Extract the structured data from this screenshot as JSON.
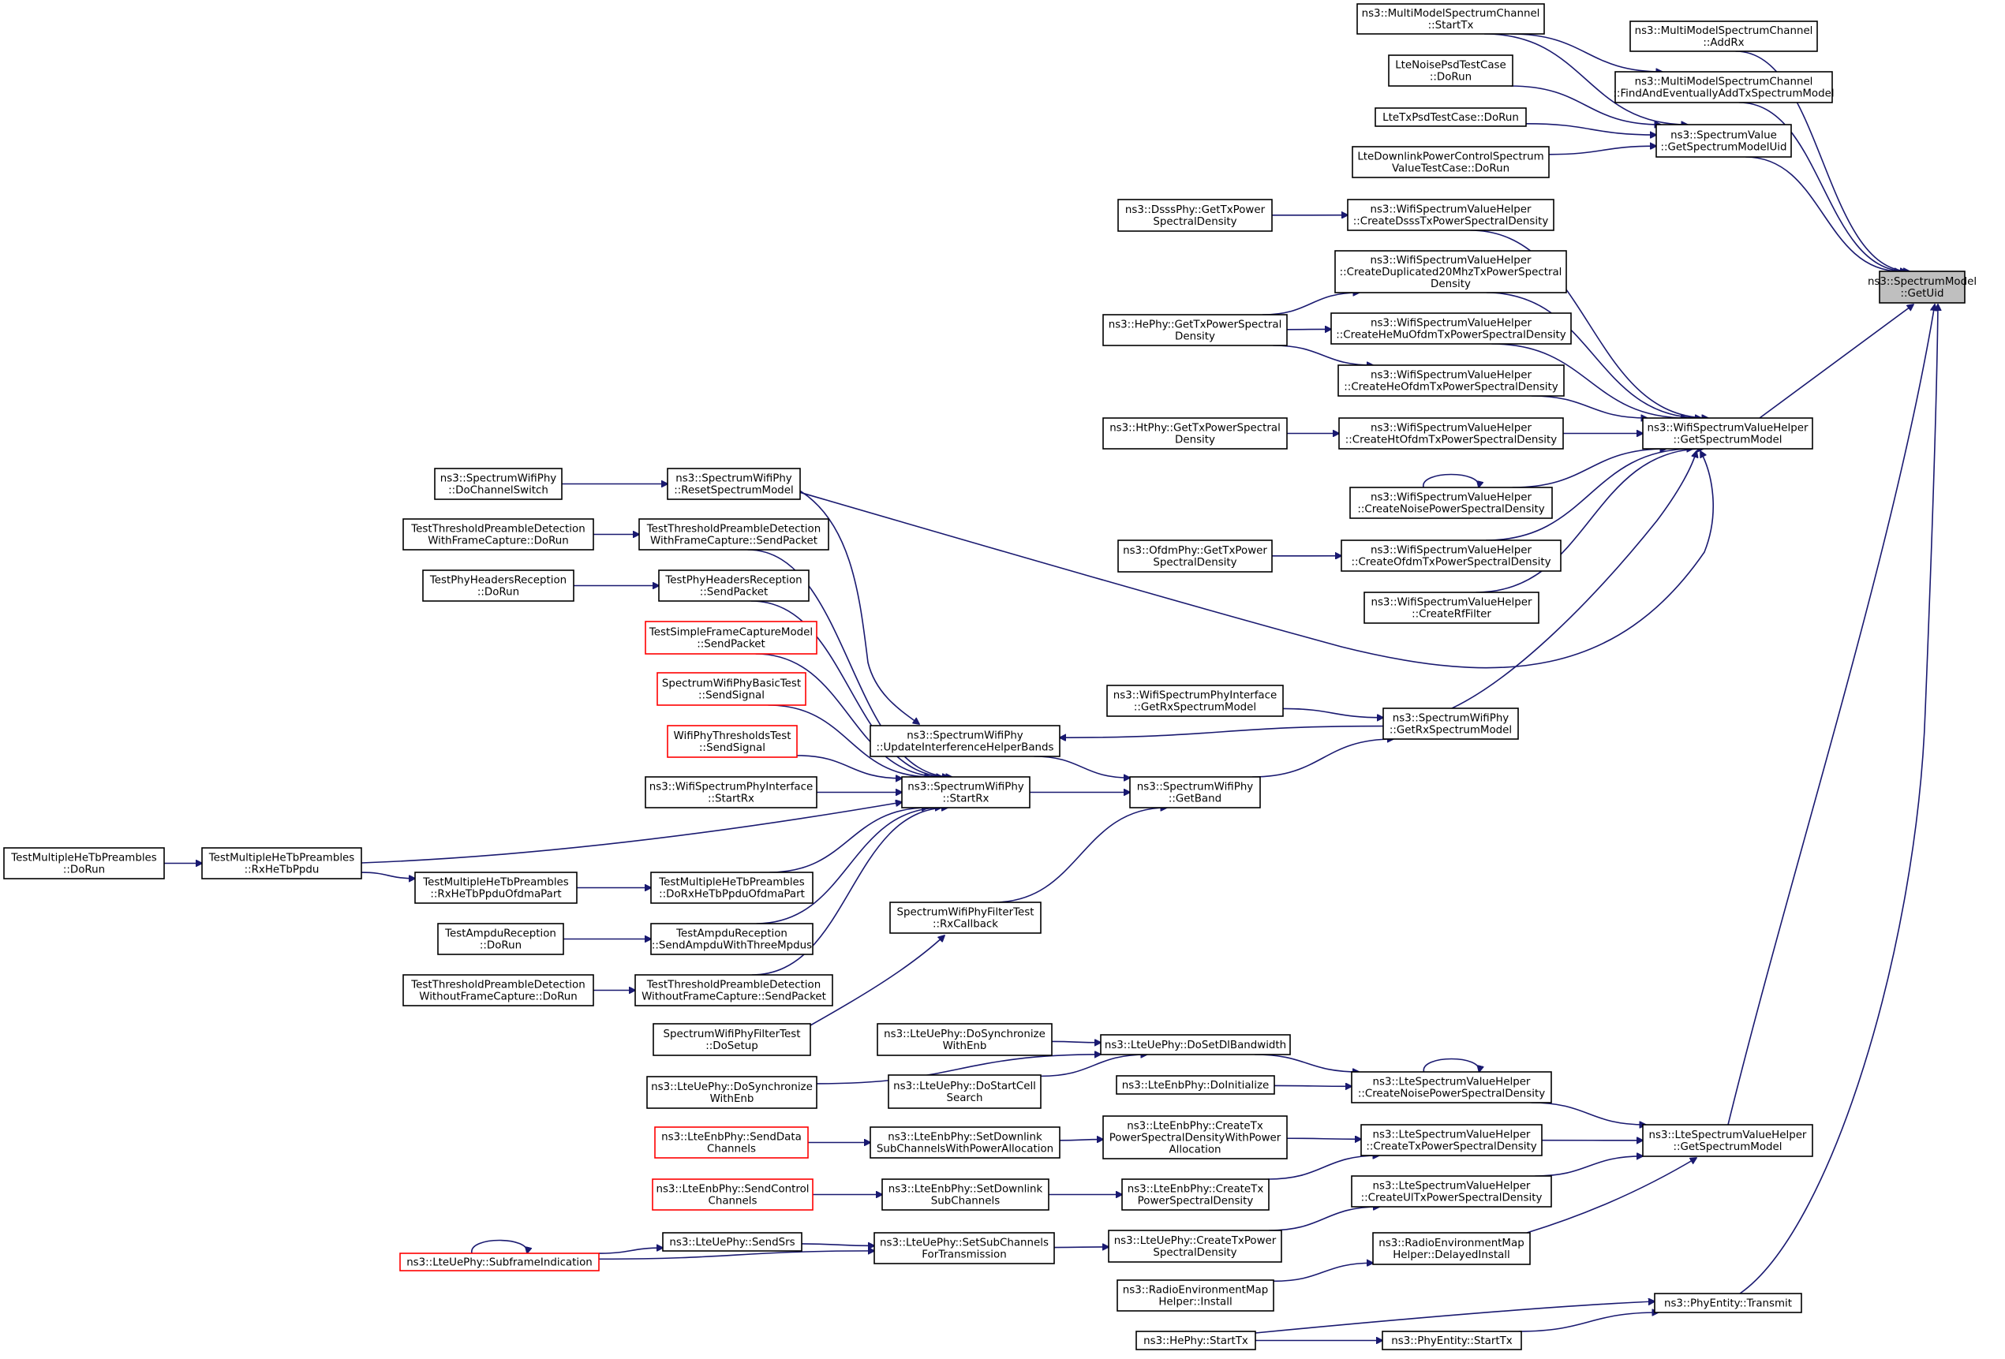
{
  "colors": {
    "edge": "#191970",
    "root_fill": "#bfbfbf",
    "red_border": "#ff0000",
    "black_border": "#000000"
  },
  "nodes": [
    {
      "id": "n_getuid",
      "lines": [
        "ns3::SpectrumModel",
        "::GetUid"
      ],
      "style": "root"
    },
    {
      "id": "n_mmsc_addrx",
      "lines": [
        "ns3::MultiModelSpectrumChannel",
        "::AddRx"
      ],
      "style": "normal"
    },
    {
      "id": "n_mmsc_starttx",
      "lines": [
        "ns3::MultiModelSpectrumChannel",
        "::StartTx"
      ],
      "style": "normal"
    },
    {
      "id": "n_mmsc_find",
      "lines": [
        "ns3::MultiModelSpectrumChannel",
        "::FindAndEventuallyAddTxSpectrumModel"
      ],
      "style": "normal"
    },
    {
      "id": "n_noisepsd",
      "lines": [
        "LteNoisePsdTestCase",
        "::DoRun"
      ],
      "style": "normal"
    },
    {
      "id": "n_sv_getuid",
      "lines": [
        "ns3::SpectrumValue",
        "::GetSpectrumModelUid"
      ],
      "style": "normal"
    },
    {
      "id": "n_txpsd",
      "lines": [
        "LteTxPsdTestCase::DoRun"
      ],
      "style": "normal"
    },
    {
      "id": "n_dlpc",
      "lines": [
        "LteDownlinkPowerControlSpectrum",
        "ValueTestCase::DoRun"
      ],
      "style": "normal"
    },
    {
      "id": "n_dsss_get",
      "lines": [
        "ns3::DsssPhy::GetTxPower",
        "SpectralDensity"
      ],
      "style": "normal"
    },
    {
      "id": "n_wsvh_dsss",
      "lines": [
        "ns3::WifiSpectrumValueHelper",
        "::CreateDsssTxPowerSpectralDensity"
      ],
      "style": "normal"
    },
    {
      "id": "n_wsvh_dup",
      "lines": [
        "ns3::WifiSpectrumValueHelper",
        "::CreateDuplicated20MhzTxPowerSpectral",
        "Density"
      ],
      "style": "normal"
    },
    {
      "id": "n_he_get",
      "lines": [
        "ns3::HePhy::GetTxPowerSpectral",
        "Density"
      ],
      "style": "normal"
    },
    {
      "id": "n_wsvh_hemu",
      "lines": [
        "ns3::WifiSpectrumValueHelper",
        "::CreateHeMuOfdmTxPowerSpectralDensity"
      ],
      "style": "normal"
    },
    {
      "id": "n_wsvh_heofdm",
      "lines": [
        "ns3::WifiSpectrumValueHelper",
        "::CreateHeOfdmTxPowerSpectralDensity"
      ],
      "style": "normal"
    },
    {
      "id": "n_wsvh_getsm",
      "lines": [
        "ns3::WifiSpectrumValueHelper",
        "::GetSpectrumModel"
      ],
      "style": "normal"
    },
    {
      "id": "n_ht_get",
      "lines": [
        "ns3::HtPhy::GetTxPowerSpectral",
        "Density"
      ],
      "style": "normal"
    },
    {
      "id": "n_wsvh_ht",
      "lines": [
        "ns3::WifiSpectrumValueHelper",
        "::CreateHtOfdmTxPowerSpectralDensity"
      ],
      "style": "normal"
    },
    {
      "id": "n_wsvh_noise",
      "lines": [
        "ns3::WifiSpectrumValueHelper",
        "::CreateNoisePowerSpectralDensity"
      ],
      "style": "normal"
    },
    {
      "id": "n_ofdm_get",
      "lines": [
        "ns3::OfdmPhy::GetTxPower",
        "SpectralDensity"
      ],
      "style": "normal"
    },
    {
      "id": "n_wsvh_ofdm",
      "lines": [
        "ns3::WifiSpectrumValueHelper",
        "::CreateOfdmTxPowerSpectralDensity"
      ],
      "style": "normal"
    },
    {
      "id": "n_wsvh_rf",
      "lines": [
        "ns3::WifiSpectrumValueHelper",
        "::CreateRfFilter"
      ],
      "style": "normal"
    },
    {
      "id": "n_swp_dochsw",
      "lines": [
        "ns3::SpectrumWifiPhy",
        "::DoChannelSwitch"
      ],
      "style": "normal"
    },
    {
      "id": "n_swp_reset",
      "lines": [
        "ns3::SpectrumWifiPhy",
        "::ResetSpectrumModel"
      ],
      "style": "normal"
    },
    {
      "id": "n_tpd_fc_dorun",
      "lines": [
        "TestThresholdPreambleDetection",
        "WithFrameCapture::DoRun"
      ],
      "style": "normal"
    },
    {
      "id": "n_tpd_fc_send",
      "lines": [
        "TestThresholdPreambleDetection",
        "WithFrameCapture::SendPacket"
      ],
      "style": "normal"
    },
    {
      "id": "n_phr_dorun",
      "lines": [
        "TestPhyHeadersReception",
        "::DoRun"
      ],
      "style": "normal"
    },
    {
      "id": "n_phr_send",
      "lines": [
        "TestPhyHeadersReception",
        "::SendPacket"
      ],
      "style": "normal"
    },
    {
      "id": "n_sfc_send",
      "lines": [
        "TestSimpleFrameCaptureModel",
        "::SendPacket"
      ],
      "style": "red"
    },
    {
      "id": "n_swpbt_send",
      "lines": [
        "SpectrumWifiPhyBasicTest",
        "::SendSignal"
      ],
      "style": "red"
    },
    {
      "id": "n_wpt_send",
      "lines": [
        "WifiPhyThresholdsTest",
        "::SendSignal"
      ],
      "style": "red"
    },
    {
      "id": "n_wspi_getrx",
      "lines": [
        "ns3::WifiSpectrumPhyInterface",
        "::GetRxSpectrumModel"
      ],
      "style": "normal"
    },
    {
      "id": "n_swp_update",
      "lines": [
        "ns3::SpectrumWifiPhy",
        "::UpdateInterferenceHelperBands"
      ],
      "style": "normal"
    },
    {
      "id": "n_swp_getrx",
      "lines": [
        "ns3::SpectrumWifiPhy",
        "::GetRxSpectrumModel"
      ],
      "style": "normal"
    },
    {
      "id": "n_wspi_startrx",
      "lines": [
        "ns3::WifiSpectrumPhyInterface",
        "::StartRx"
      ],
      "style": "normal"
    },
    {
      "id": "n_swp_startrx",
      "lines": [
        "ns3::SpectrumWifiPhy",
        "::StartRx"
      ],
      "style": "normal"
    },
    {
      "id": "n_swp_getband",
      "lines": [
        "ns3::SpectrumWifiPhy",
        "::GetBand"
      ],
      "style": "normal"
    },
    {
      "id": "n_tmhe_dorun",
      "lines": [
        "TestMultipleHeTbPreambles",
        "::DoRun"
      ],
      "style": "normal"
    },
    {
      "id": "n_tmhe_rx",
      "lines": [
        "TestMultipleHeTbPreambles",
        "::RxHeTbPpdu"
      ],
      "style": "normal"
    },
    {
      "id": "n_tmhe_rxofdma",
      "lines": [
        "TestMultipleHeTbPreambles",
        "::RxHeTbPpduOfdmaPart"
      ],
      "style": "normal"
    },
    {
      "id": "n_tmhe_dorxofdma",
      "lines": [
        "TestMultipleHeTbPreambles",
        "::DoRxHeTbPpduOfdmaPart"
      ],
      "style": "normal"
    },
    {
      "id": "n_ta_dorun",
      "lines": [
        "TestAmpduReception",
        "::DoRun"
      ],
      "style": "normal"
    },
    {
      "id": "n_ta_send",
      "lines": [
        "TestAmpduReception",
        "::SendAmpduWithThreeMpdus"
      ],
      "style": "normal"
    },
    {
      "id": "n_swpft_rxcb",
      "lines": [
        "SpectrumWifiPhyFilterTest",
        "::RxCallback"
      ],
      "style": "normal"
    },
    {
      "id": "n_tpd_wofc_dorun",
      "lines": [
        "TestThresholdPreambleDetection",
        "WithoutFrameCapture::DoRun"
      ],
      "style": "normal"
    },
    {
      "id": "n_tpd_wofc_send",
      "lines": [
        "TestThresholdPreambleDetection",
        "WithoutFrameCapture::SendPacket"
      ],
      "style": "normal"
    },
    {
      "id": "n_swpft_setup",
      "lines": [
        "SpectrumWifiPhyFilterTest",
        "::DoSetup"
      ],
      "style": "normal"
    },
    {
      "id": "n_lup_dosync_top",
      "lines": [
        "ns3::LteUePhy::DoSynchronize",
        "WithEnb"
      ],
      "style": "normal"
    },
    {
      "id": "n_lup_dosetdl",
      "lines": [
        "ns3::LteUePhy::DoSetDlBandwidth"
      ],
      "style": "normal"
    },
    {
      "id": "n_lup_dosync_bot",
      "lines": [
        "ns3::LteUePhy::DoSynchronize",
        "WithEnb"
      ],
      "style": "normal"
    },
    {
      "id": "n_lup_dostartcell",
      "lines": [
        "ns3::LteUePhy::DoStartCell",
        "Search"
      ],
      "style": "normal"
    },
    {
      "id": "n_lep_doinit",
      "lines": [
        "ns3::LteEnbPhy::DoInitialize"
      ],
      "style": "normal"
    },
    {
      "id": "n_lsvh_noise",
      "lines": [
        "ns3::LteSpectrumValueHelper",
        "::CreateNoisePowerSpectralDensity"
      ],
      "style": "normal"
    },
    {
      "id": "n_lep_senddata",
      "lines": [
        "ns3::LteEnbPhy::SendData",
        "Channels"
      ],
      "style": "red"
    },
    {
      "id": "n_lep_setdl_alloc",
      "lines": [
        "ns3::LteEnbPhy::SetDownlink",
        "SubChannelsWithPowerAllocation"
      ],
      "style": "normal"
    },
    {
      "id": "n_lep_createtx_alloc",
      "lines": [
        "ns3::LteEnbPhy::CreateTx",
        "PowerSpectralDensityWithPower",
        "Allocation"
      ],
      "style": "normal"
    },
    {
      "id": "n_lsvh_tx",
      "lines": [
        "ns3::LteSpectrumValueHelper",
        "::CreateTxPowerSpectralDensity"
      ],
      "style": "normal"
    },
    {
      "id": "n_lsvh_getsm",
      "lines": [
        "ns3::LteSpectrumValueHelper",
        "::GetSpectrumModel"
      ],
      "style": "normal"
    },
    {
      "id": "n_lep_sendctrl",
      "lines": [
        "ns3::LteEnbPhy::SendControl",
        "Channels"
      ],
      "style": "red"
    },
    {
      "id": "n_lep_setdl",
      "lines": [
        "ns3::LteEnbPhy::SetDownlink",
        "SubChannels"
      ],
      "style": "normal"
    },
    {
      "id": "n_lep_createtx",
      "lines": [
        "ns3::LteEnbPhy::CreateTx",
        "PowerSpectralDensity"
      ],
      "style": "normal"
    },
    {
      "id": "n_lsvh_ul",
      "lines": [
        "ns3::LteSpectrumValueHelper",
        "::CreateUlTxPowerSpectralDensity"
      ],
      "style": "normal"
    },
    {
      "id": "n_lup_subframe",
      "lines": [
        "ns3::LteUePhy::SubframeIndication"
      ],
      "style": "red"
    },
    {
      "id": "n_lup_sendsrs",
      "lines": [
        "ns3::LteUePhy::SendSrs"
      ],
      "style": "normal"
    },
    {
      "id": "n_lup_setsub",
      "lines": [
        "ns3::LteUePhy::SetSubChannels",
        "ForTransmission"
      ],
      "style": "normal"
    },
    {
      "id": "n_lup_createtx",
      "lines": [
        "ns3::LteUePhy::CreateTxPower",
        "SpectralDensity"
      ],
      "style": "normal"
    },
    {
      "id": "n_rem_delayed",
      "lines": [
        "ns3::RadioEnvironmentMap",
        "Helper::DelayedInstall"
      ],
      "style": "normal"
    },
    {
      "id": "n_rem_install",
      "lines": [
        "ns3::RadioEnvironmentMap",
        "Helper::Install"
      ],
      "style": "normal"
    },
    {
      "id": "n_pe_transmit",
      "lines": [
        "ns3::PhyEntity::Transmit"
      ],
      "style": "normal"
    },
    {
      "id": "n_he_starttx",
      "lines": [
        "ns3::HePhy::StartTx"
      ],
      "style": "normal"
    },
    {
      "id": "n_pe_starttx",
      "lines": [
        "ns3::PhyEntity::StartTx"
      ],
      "style": "normal"
    }
  ],
  "edges": [
    {
      "from": "n_mmsc_addrx",
      "to": "n_getuid"
    },
    {
      "from": "n_mmsc_find",
      "to": "n_getuid"
    },
    {
      "from": "n_sv_getuid",
      "to": "n_getuid"
    },
    {
      "from": "n_wsvh_getsm",
      "to": "n_getuid"
    },
    {
      "from": "n_lsvh_getsm",
      "to": "n_getuid"
    },
    {
      "from": "n_pe_transmit",
      "to": "n_getuid"
    },
    {
      "from": "n_mmsc_starttx",
      "to": "n_mmsc_find"
    },
    {
      "from": "n_mmsc_starttx",
      "to": "n_sv_getuid"
    },
    {
      "from": "n_noisepsd",
      "to": "n_sv_getuid"
    },
    {
      "from": "n_txpsd",
      "to": "n_sv_getuid"
    },
    {
      "from": "n_dlpc",
      "to": "n_sv_getuid"
    },
    {
      "from": "n_dsss_get",
      "to": "n_wsvh_dsss"
    },
    {
      "from": "n_wsvh_dsss",
      "to": "n_wsvh_getsm"
    },
    {
      "from": "n_he_get",
      "to": "n_wsvh_dup"
    },
    {
      "from": "n_he_get",
      "to": "n_wsvh_hemu"
    },
    {
      "from": "n_he_get",
      "to": "n_wsvh_heofdm"
    },
    {
      "from": "n_wsvh_dup",
      "to": "n_wsvh_getsm"
    },
    {
      "from": "n_wsvh_hemu",
      "to": "n_wsvh_getsm"
    },
    {
      "from": "n_wsvh_heofdm",
      "to": "n_wsvh_getsm"
    },
    {
      "from": "n_ht_get",
      "to": "n_wsvh_ht"
    },
    {
      "from": "n_wsvh_ht",
      "to": "n_wsvh_getsm"
    },
    {
      "from": "n_wsvh_noise",
      "to": "n_wsvh_getsm"
    },
    {
      "from": "n_wsvh_noise",
      "to": "n_wsvh_noise",
      "self": true
    },
    {
      "from": "n_ofdm_get",
      "to": "n_wsvh_ofdm"
    },
    {
      "from": "n_wsvh_ofdm",
      "to": "n_wsvh_getsm"
    },
    {
      "from": "n_wsvh_rf",
      "to": "n_wsvh_getsm"
    },
    {
      "from": "n_swp_reset",
      "to": "n_wsvh_getsm"
    },
    {
      "from": "n_swp_getrx",
      "to": "n_wsvh_getsm"
    },
    {
      "from": "n_swp_dochsw",
      "to": "n_swp_reset"
    },
    {
      "from": "n_swp_reset",
      "to": "n_swp_update"
    },
    {
      "from": "n_wspi_getrx",
      "to": "n_swp_getrx"
    },
    {
      "from": "n_swp_getrx",
      "to": "n_swp_update"
    },
    {
      "from": "n_swp_getband",
      "to": "n_swp_getrx"
    },
    {
      "from": "n_swp_update",
      "to": "n_swp_getband"
    },
    {
      "from": "n_swp_startrx",
      "to": "n_swp_getband"
    },
    {
      "from": "n_swpft_rxcb",
      "to": "n_swp_getband"
    },
    {
      "from": "n_tpd_fc_dorun",
      "to": "n_tpd_fc_send"
    },
    {
      "from": "n_tpd_fc_send",
      "to": "n_swp_startrx"
    },
    {
      "from": "n_phr_dorun",
      "to": "n_phr_send"
    },
    {
      "from": "n_phr_send",
      "to": "n_swp_startrx"
    },
    {
      "from": "n_sfc_send",
      "to": "n_swp_startrx"
    },
    {
      "from": "n_swpbt_send",
      "to": "n_swp_startrx"
    },
    {
      "from": "n_wpt_send",
      "to": "n_swp_startrx"
    },
    {
      "from": "n_wspi_startrx",
      "to": "n_swp_startrx"
    },
    {
      "from": "n_tmhe_rx",
      "to": "n_swp_startrx"
    },
    {
      "from": "n_tmhe_dorxofdma",
      "to": "n_swp_startrx"
    },
    {
      "from": "n_ta_send",
      "to": "n_swp_startrx"
    },
    {
      "from": "n_tpd_wofc_send",
      "to": "n_swp_startrx"
    },
    {
      "from": "n_tmhe_dorun",
      "to": "n_tmhe_rx"
    },
    {
      "from": "n_tmhe_rx",
      "to": "n_tmhe_rxofdma"
    },
    {
      "from": "n_tmhe_rxofdma",
      "to": "n_tmhe_dorxofdma"
    },
    {
      "from": "n_ta_dorun",
      "to": "n_ta_send"
    },
    {
      "from": "n_tpd_wofc_dorun",
      "to": "n_tpd_wofc_send"
    },
    {
      "from": "n_swpft_setup",
      "to": "n_swpft_rxcb"
    },
    {
      "from": "n_lup_dosync_top",
      "to": "n_lup_dosetdl"
    },
    {
      "from": "n_lup_dosync_bot",
      "to": "n_lup_dosetdl"
    },
    {
      "from": "n_lup_dostartcell",
      "to": "n_lup_dosetdl"
    },
    {
      "from": "n_lup_dosetdl",
      "to": "n_lsvh_noise"
    },
    {
      "from": "n_lep_doinit",
      "to": "n_lsvh_noise"
    },
    {
      "from": "n_lsvh_noise",
      "to": "n_lsvh_noise",
      "self": true
    },
    {
      "from": "n_lsvh_noise",
      "to": "n_lsvh_getsm"
    },
    {
      "from": "n_lep_senddata",
      "to": "n_lep_setdl_alloc"
    },
    {
      "from": "n_lep_setdl_alloc",
      "to": "n_lep_createtx_alloc"
    },
    {
      "from": "n_lep_createtx_alloc",
      "to": "n_lsvh_tx"
    },
    {
      "from": "n_lsvh_tx",
      "to": "n_lsvh_getsm"
    },
    {
      "from": "n_lep_sendctrl",
      "to": "n_lep_setdl"
    },
    {
      "from": "n_lep_setdl",
      "to": "n_lep_createtx"
    },
    {
      "from": "n_lep_createtx",
      "to": "n_lsvh_tx"
    },
    {
      "from": "n_lsvh_ul",
      "to": "n_lsvh_getsm"
    },
    {
      "from": "n_lup_subframe",
      "to": "n_lup_subframe",
      "self": true
    },
    {
      "from": "n_lup_subframe",
      "to": "n_lup_sendsrs"
    },
    {
      "from": "n_lup_subframe",
      "to": "n_lup_setsub"
    },
    {
      "from": "n_lup_sendsrs",
      "to": "n_lup_setsub"
    },
    {
      "from": "n_lup_setsub",
      "to": "n_lup_createtx"
    },
    {
      "from": "n_lup_createtx",
      "to": "n_lsvh_ul"
    },
    {
      "from": "n_rem_delayed",
      "to": "n_lsvh_getsm"
    },
    {
      "from": "n_rem_install",
      "to": "n_rem_delayed"
    },
    {
      "from": "n_he_starttx",
      "to": "n_pe_transmit"
    },
    {
      "from": "n_he_starttx",
      "to": "n_pe_starttx"
    },
    {
      "from": "n_pe_starttx",
      "to": "n_pe_transmit"
    }
  ]
}
